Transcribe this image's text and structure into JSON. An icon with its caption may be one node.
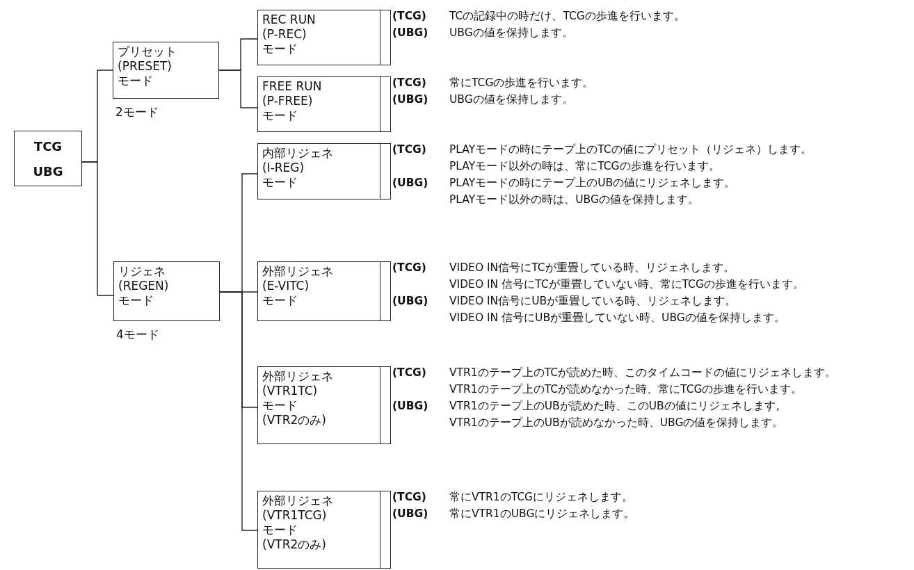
{
  "diagram": {
    "nodes": [
      {
        "text": [
          "TCG",
          "UBG"
        ]
      },
      {
        "text": [
          "プリセット (PRESET) モード"
        ],
        "beside": [
          "2モード"
        ]
      },
      {
        "text": [
          "リジェネ (REGEN) モード"
        ],
        "beside": [
          "4モード"
        ]
      },
      {
        "text": [
          "REC RUN (P-REC) モード"
        ],
        "beside": [
          "(TCG)",
          "TCの記録中の時だけ、TCGの歩進を行います。",
          "(UBG)",
          "UBGの値を保持します。"
        ]
      },
      {
        "text": [
          "FREE RUN (P-FREE) モード"
        ],
        "beside": [
          "(TCG)",
          "常にTCGの歩進を行います。",
          "(UBG)",
          "UBGの値を保持します。"
        ]
      },
      {
        "text": [
          "内部リジェネ (I-REG) モード"
        ],
        "beside": [
          "(TCG)",
          "PLAYモードの時にテープ上のTCの値にプリセット（リジェネ）します。",
          "PLAYモード以外の時は、常にTCGの歩進を行います。",
          "(UBG)",
          "PLAYモードの時にテープ上のUBの値にリジェネします。",
          "PLAYモード以外の時は、UBGの値を保持します。"
        ]
      },
      {
        "text": [
          "外部リジェネ (E-VITC) モード"
        ],
        "beside": [
          "(TCG)",
          "VIDEO IN信号にTCが重畳している時、リジェネします。",
          "VIDEO IN 信号にTCが重畳していない時、常にTCGの歩進を行います。",
          "(UBG)",
          "VIDEO IN信号にUBが重畳している時、リジェネします。",
          "VIDEO IN 信号にUBが重畳していない時、UBGの値を保持します。"
        ]
      },
      {
        "text": [
          "外部リジェネ (VTR1TC) モード (VTR2のみ)"
        ],
        "beside": [
          "(TCG)",
          "VTR1のテープ上のTCが読めた時、このタイムコードの値にリジェネします。",
          "VTR1のテープ上のTCが読めなかった時、常にTCGの歩進を行います。",
          "(UBG)",
          "VTR1のテープ上のUBが読めた時、このUBの値にリジェネします。",
          "VTR1のテープ上のUBが読めなかった時、UBGの値を保持します。"
        ]
      },
      {
        "text": [
          "外部リジェネ (VTR1TCG) モード (VTR2のみ)"
        ],
        "beside": [
          "(TCG)",
          "常にVTR1のTCGにリジェネします。",
          "(UBG)",
          "常にVTR1のUBGにリジェネします。"
        ]
      }
    ],
    "edges": [
      {
        "from": 0,
        "to": 1,
        "arrow": "none"
      },
      {
        "from": 0,
        "to": 2,
        "arrow": "none"
      },
      {
        "from": 1,
        "to": 3,
        "arrow": "none"
      },
      {
        "from": 1,
        "to": 4,
        "arrow": "none"
      },
      {
        "from": 2,
        "to": 5,
        "arrow": "none"
      },
      {
        "from": 2,
        "to": 6,
        "arrow": "none"
      },
      {
        "from": 2,
        "to": 7,
        "arrow": "none"
      },
      {
        "from": 2,
        "to": 8,
        "arrow": "none"
      }
    ]
  }
}
